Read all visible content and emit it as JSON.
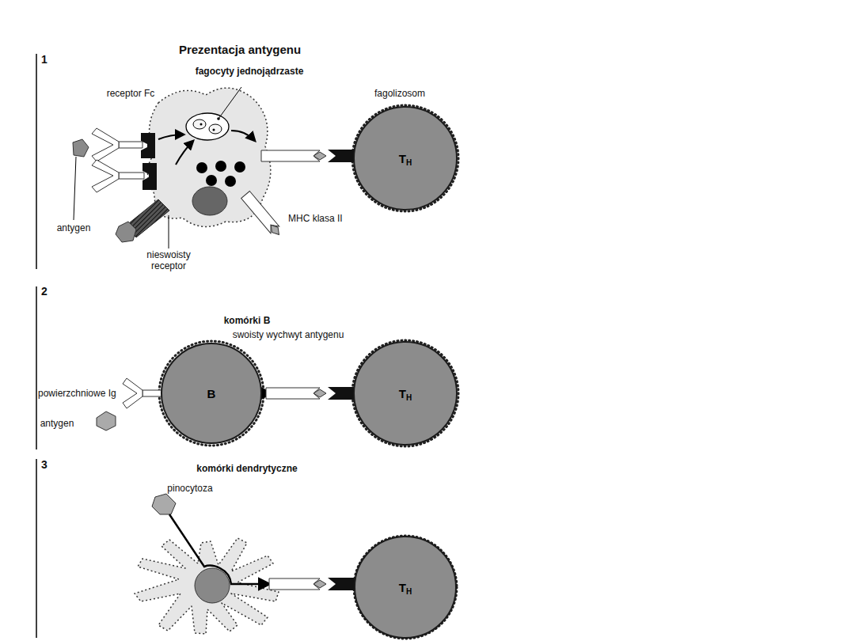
{
  "diagram": {
    "title": "Prezentacja antygenu",
    "nodes": [
      {
        "text": [
          "T",
          "H"
        ]
      },
      {
        "text": [
          "B"
        ]
      },
      {
        "text": [
          "T",
          "H"
        ]
      },
      {
        "text": [
          "T",
          "H"
        ]
      }
    ],
    "labels": [
      "1",
      "fagocyty jednojądrzaste",
      "receptor Fc",
      "fagolizosom",
      "antygen",
      "MHC klasa II",
      "nieswoisty receptor",
      "2",
      "komórki B",
      "swoisty wychwyt antygenu",
      "powierzchniowe Ig",
      "antygen",
      "3",
      "komórki dendrytyczne",
      "pinocytoza"
    ]
  }
}
